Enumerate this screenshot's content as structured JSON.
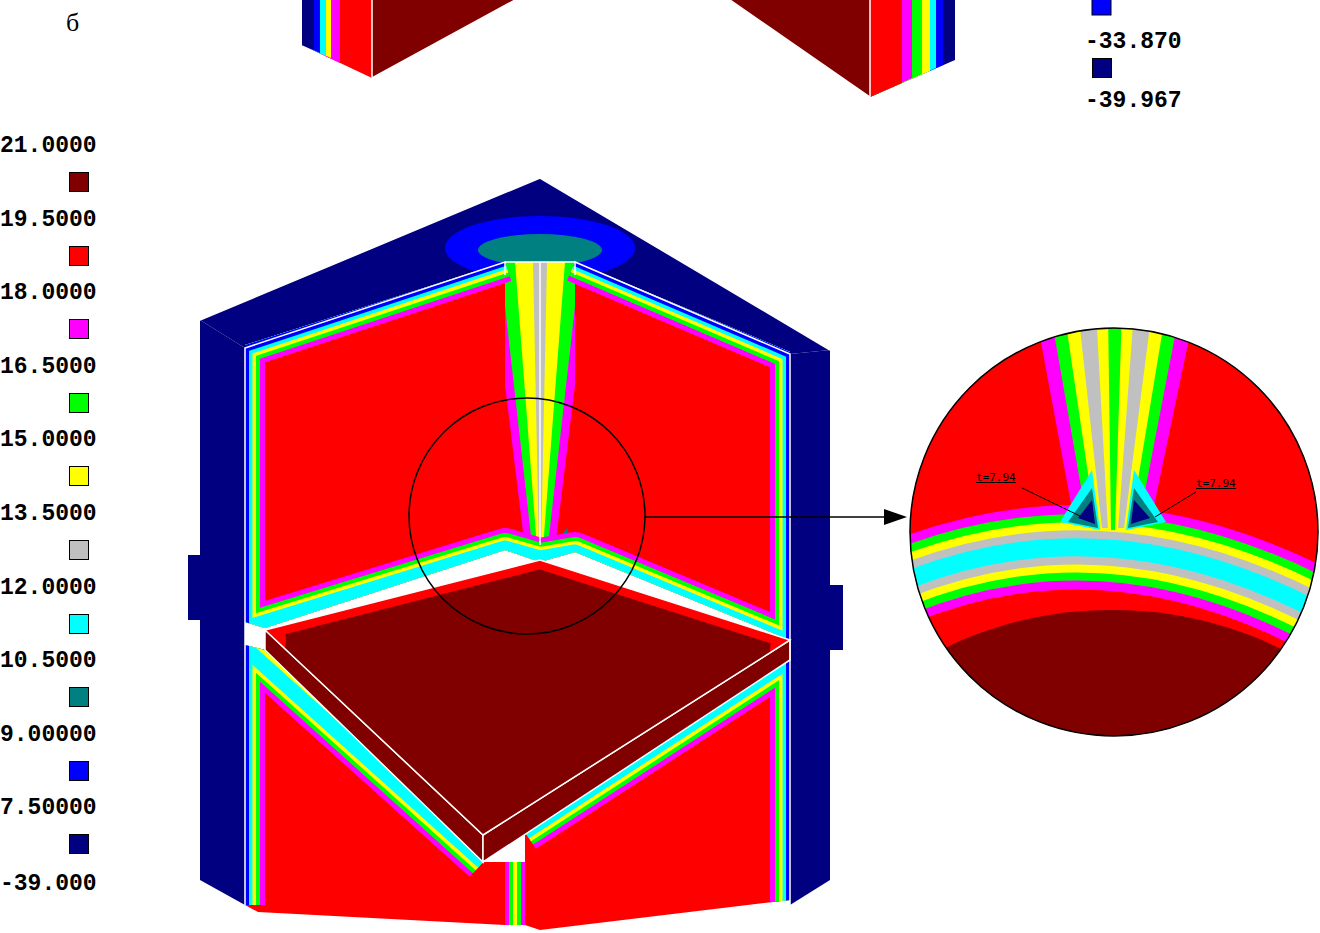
{
  "diagram": {
    "labels": [
      "б",
      "-39.967",
      "-39.000",
      "t=7.94",
      "t=7.94"
    ],
    "legend": [
      {
        "text": "-33.870",
        "color": "#000080"
      },
      {
        "text": "21.0000",
        "color": "#800000"
      },
      {
        "text": "19.5000",
        "color": "#ff0000"
      },
      {
        "text": "18.0000",
        "color": "#ff00ff"
      },
      {
        "text": "16.5000",
        "color": "#00ff00"
      },
      {
        "text": "15.0000",
        "color": "#ffff00"
      },
      {
        "text": "13.5000",
        "color": "#c0c0c0"
      },
      {
        "text": "12.0000",
        "color": "#00ffff"
      },
      {
        "text": "10.5000",
        "color": "#008080"
      },
      {
        "text": "9.00000",
        "color": "#0000ff"
      },
      {
        "text": "7.50000",
        "color": "#000080"
      }
    ]
  }
}
